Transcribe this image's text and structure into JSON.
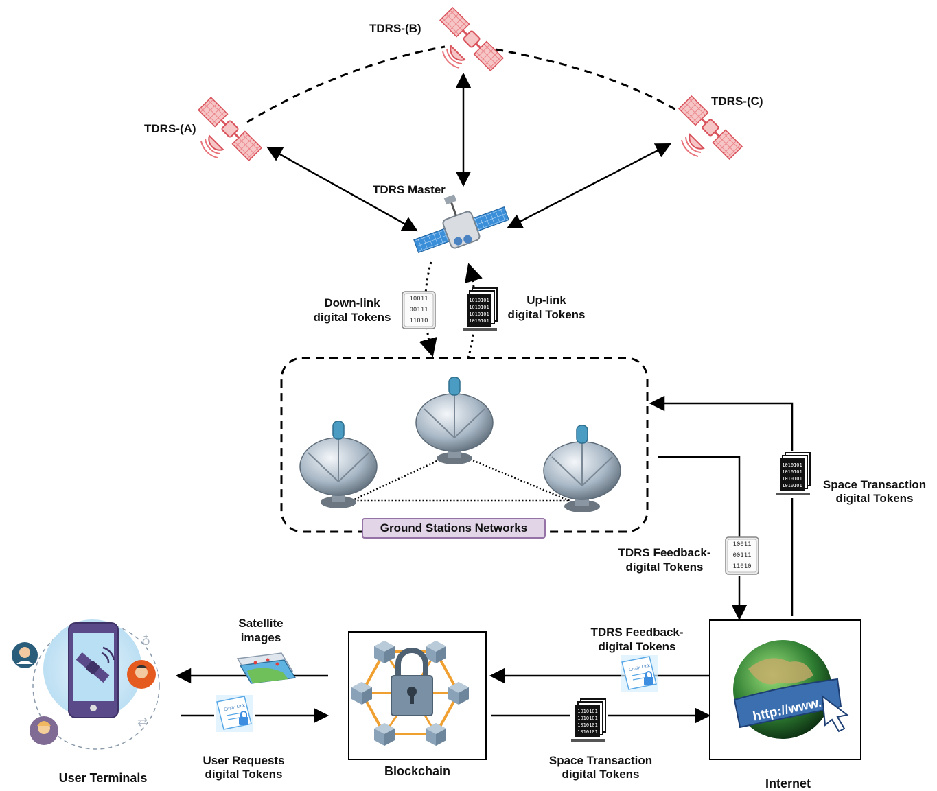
{
  "satellites": {
    "a_label": "TDRS-(A)",
    "b_label": "TDRS-(B)",
    "c_label": "TDRS-(C)",
    "master_label": "TDRS Master"
  },
  "links": {
    "downlink": [
      "Down-link",
      "digital Tokens"
    ],
    "uplink": [
      "Up-link",
      "digital Tokens"
    ]
  },
  "ground": {
    "label": "Ground Stations Networks"
  },
  "flows": {
    "space_transaction_right": [
      "Space Transaction",
      "digital Tokens"
    ],
    "tdrs_feedback_vertical": [
      "TDRS Feedback-",
      "digital Tokens"
    ],
    "tdrs_feedback_bottom": [
      "TDRS Feedback-",
      "digital Tokens"
    ],
    "space_transaction_bottom": [
      "Space Transaction",
      "digital Tokens"
    ],
    "satellite_images": [
      "Satellite",
      "images"
    ],
    "user_requests": [
      "User Requests",
      "digital Tokens"
    ]
  },
  "nodes": {
    "user_terminals": "User Terminals",
    "blockchain": "Blockchain",
    "internet": "Internet"
  },
  "token_glyphs": {
    "binary_rows": [
      "10011",
      "00111",
      "11010"
    ],
    "dense_row": "1010101",
    "chain_text": "Chain Link",
    "http_text": "http://www."
  },
  "colors": {
    "tdrs_sat": "#e8737a",
    "badge_fill": "#e1d5e7",
    "badge_border": "#9673a6",
    "blockchain_cube": "#8aa2b8",
    "blockchain_edge": "#f0a030",
    "phone": "#5a4a8a",
    "globe": "#2e7d32"
  }
}
